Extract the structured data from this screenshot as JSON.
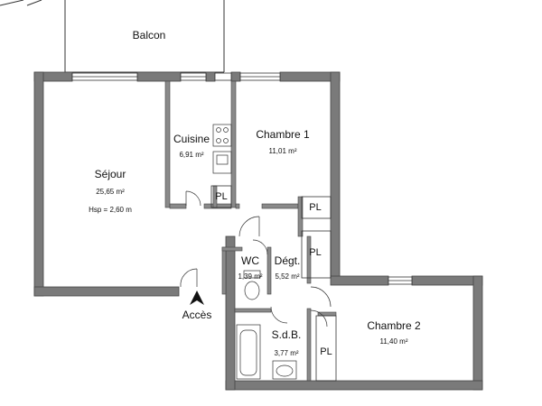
{
  "rooms": {
    "balcon": {
      "name": "Balcon"
    },
    "sejour": {
      "name": "Séjour",
      "area": "25,65 m²",
      "height": "Hsp = 2,60 m"
    },
    "cuisine": {
      "name": "Cuisine",
      "area": "6,91 m²"
    },
    "chambre1": {
      "name": "Chambre 1",
      "area": "11,01 m²"
    },
    "wc": {
      "name": "WC",
      "area": "1,39 m²"
    },
    "degt": {
      "name": "Dégt.",
      "area": "5,52 m²"
    },
    "sdb": {
      "name": "S.d.B.",
      "area": "3,77 m²"
    },
    "chambre2": {
      "name": "Chambre 2",
      "area": "11,40 m²"
    }
  },
  "closets": [
    "PL",
    "PL",
    "PL",
    "PL"
  ],
  "access": {
    "label": "Accès",
    "icon": "entrance-arrow-icon"
  },
  "colors": {
    "wall": "#777777",
    "wall_outline": "#444444",
    "line": "#333333"
  }
}
